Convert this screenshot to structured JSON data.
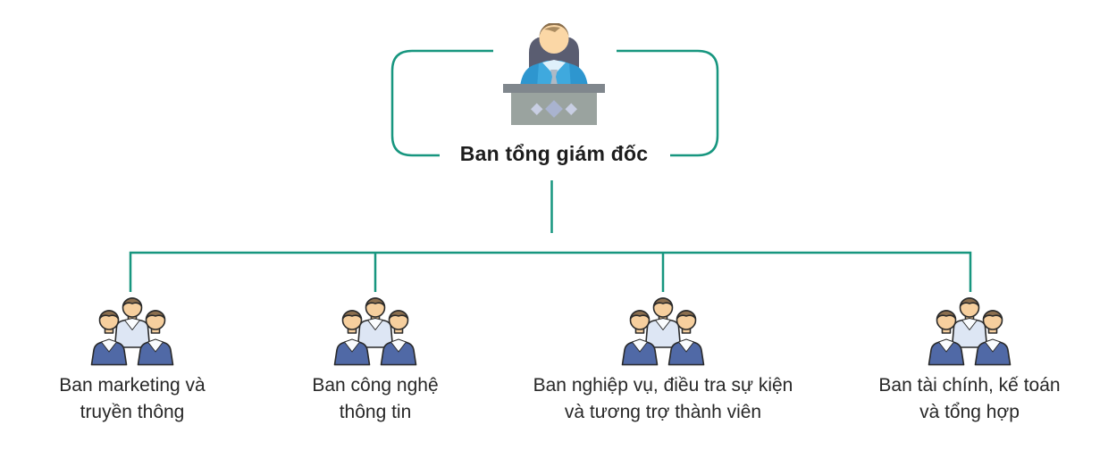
{
  "org_chart": {
    "type": "organization-chart",
    "root": {
      "label": "Ban tổng giám đốc",
      "icon": "executive-at-desk-icon"
    },
    "departments": [
      {
        "icon": "team-icon",
        "label_lines": [
          "Ban marketing và",
          "truyền thông"
        ]
      },
      {
        "icon": "team-icon",
        "label_lines": [
          "Ban công nghệ",
          "thông tin"
        ]
      },
      {
        "icon": "team-icon",
        "label_lines": [
          "Ban nghiệp vụ, điều tra sự kiện",
          "và tương trợ thành viên"
        ]
      },
      {
        "icon": "team-icon",
        "label_lines": [
          "Ban tài chính, kế toán",
          "và tổng hợp"
        ]
      }
    ],
    "colors": {
      "connector_teal": "#17967F",
      "label_text": "#272727",
      "root_label_text": "#1D1D1D",
      "team_shirt_front": "#5069A6",
      "team_shirt_back": "#DDE6F4",
      "skin": "#F6CF9E",
      "hair_brown": "#8B6E4E",
      "executive_jacket_blue": "#3FA9DE",
      "executive_chair": "#5A5D71",
      "desk_grey": "#9AA39F"
    }
  }
}
